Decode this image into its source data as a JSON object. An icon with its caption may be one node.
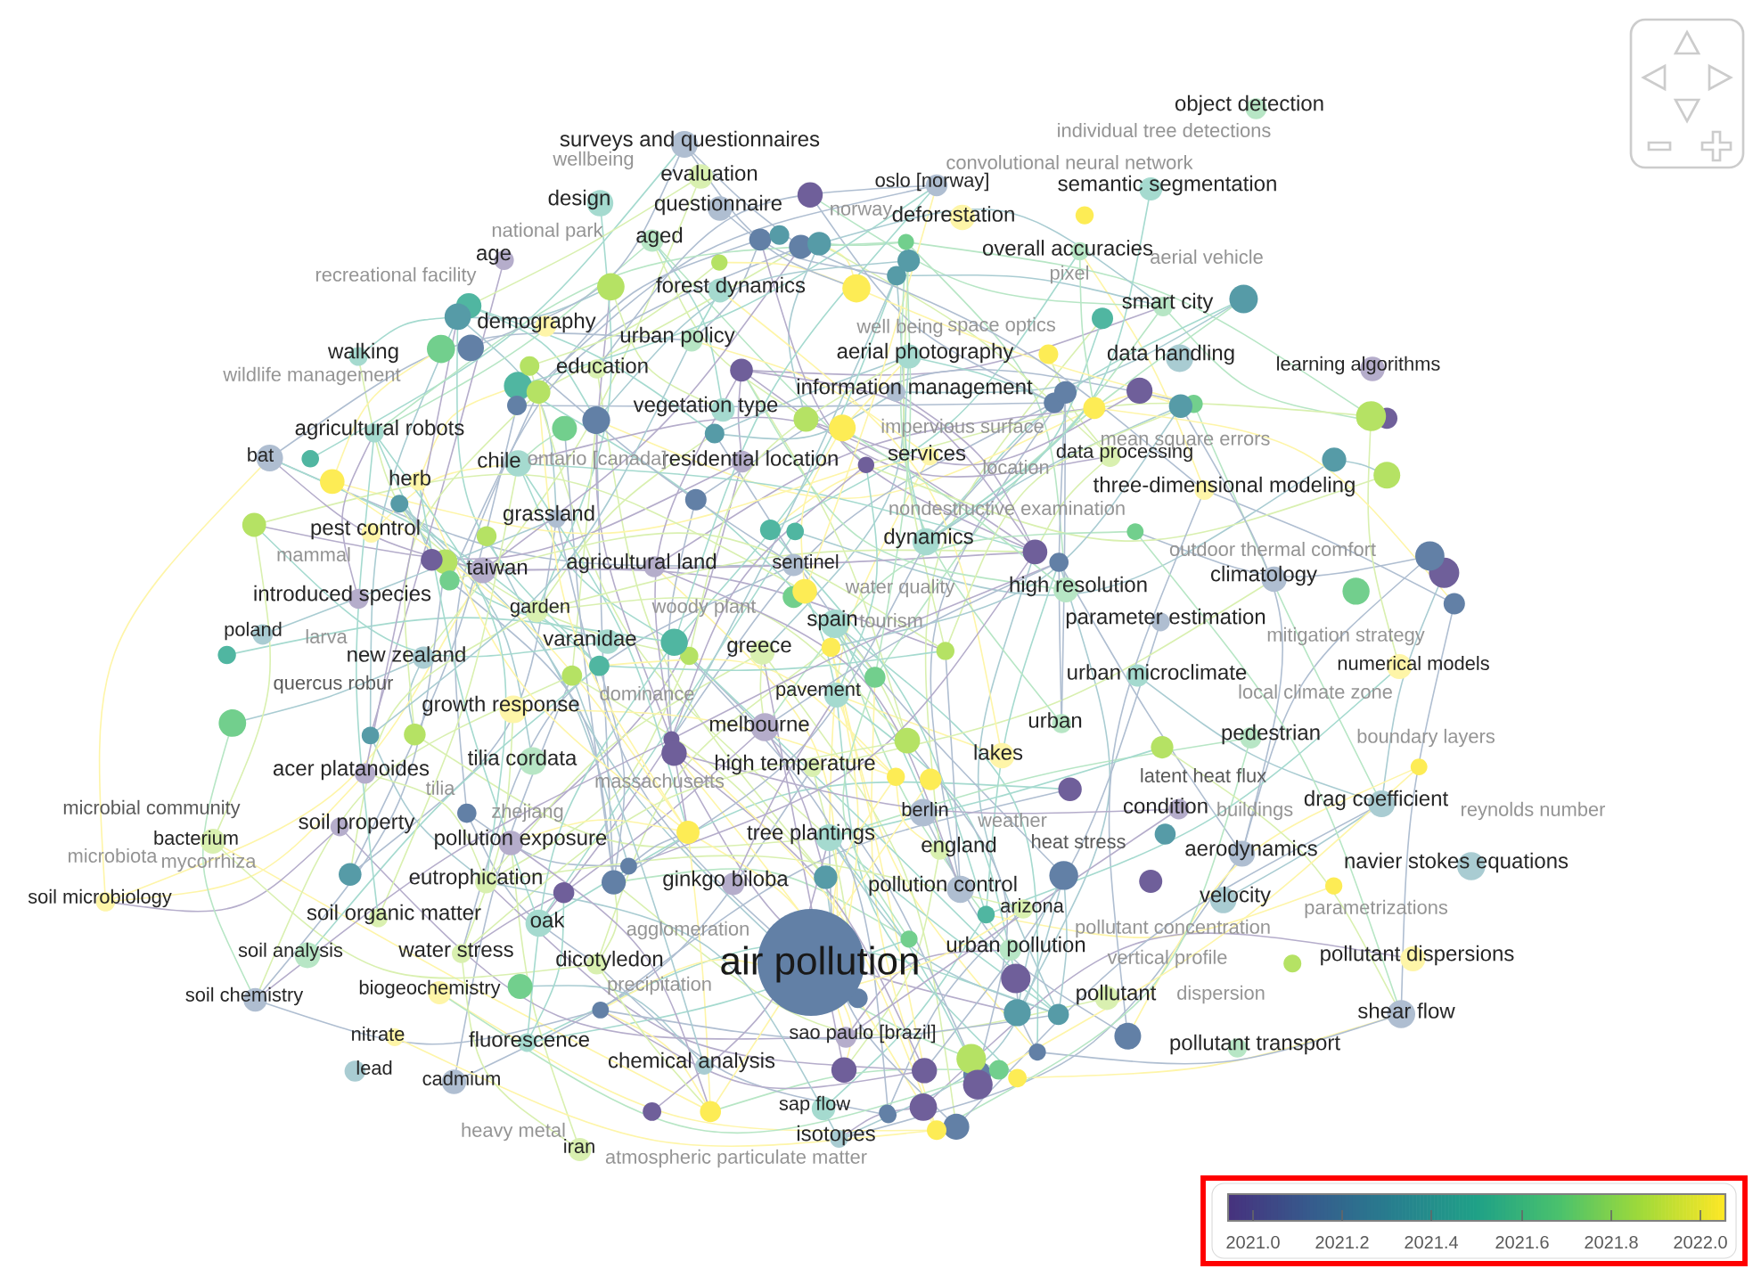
{
  "diagram": {
    "labels": [
      "object detection",
      "semantic segmentation",
      "oslo [norway]",
      "surveys and questionnaires",
      "evaluation",
      "design",
      "questionnaire",
      "deforestation",
      "aged",
      "age",
      "overall accuracies",
      "forest dynamics",
      "smart city",
      "demography",
      "urban policy",
      "aerial photography",
      "data handling",
      "learning algorithms",
      "walking",
      "education",
      "information management",
      "vegetation type",
      "agricultural robots",
      "residential location",
      "chile",
      "services",
      "data processing",
      "bat",
      "herb",
      "three-dimensional modeling",
      "grassland",
      "pest control",
      "dynamics",
      "taiwan",
      "agricultural land",
      "sentinel",
      "climatology",
      "high resolution",
      "introduced species",
      "spain",
      "parameter estimation",
      "poland",
      "garden",
      "varanidae",
      "greece",
      "new zealand",
      "urban microclimate",
      "numerical models",
      "quercus robur",
      "growth response",
      "pavement",
      "melbourne",
      "pedestrian",
      "urban",
      "lakes",
      "acer platanoides",
      "tilia cordata",
      "high temperature",
      "drag coefficient",
      "condition",
      "bacterium",
      "soil property",
      "pollution exposure",
      "berlin",
      "england",
      "tree plantings",
      "heat stress",
      "aerodynamics",
      "navier stokes equations",
      "eutrophication",
      "ginkgo biloba",
      "pollution control",
      "velocity",
      "soil microbiology",
      "soil organic matter",
      "oak",
      "arizona",
      "urban pollution",
      "air pollution",
      "water stress",
      "dicotyledon",
      "soil analysis",
      "pollutant dispersions",
      "pollutant",
      "soil chemistry",
      "biogeochemistry",
      "shear flow",
      "nitrate",
      "fluorescence",
      "sao paulo [brazil]",
      "pollutant transport",
      "lead",
      "chemical analysis",
      "cadmium",
      "sap flow",
      "isotopes",
      "iran",
      "individual tree detections",
      "convolutional neural network",
      "wellbeing",
      "norway",
      "national park",
      "aerial vehicle",
      "recreational facility",
      "pixel",
      "well being",
      "space optics",
      "wildlife management",
      "impervious surface",
      "mean square errors",
      "ontario [canada]",
      "location",
      "nondestructive examination",
      "outdoor thermal comfort",
      "mammal",
      "water quality",
      "woody plant",
      "tourism",
      "mitigation strategy",
      "larva",
      "local climate zone",
      "dominance",
      "boundary layers",
      "latent heat flux",
      "massachusetts",
      "tilia",
      "microbial community",
      "buildings",
      "reynolds number",
      "zhejiang",
      "weather",
      "microbiota",
      "mycorrhiza",
      "parametrizations",
      "pollutant concentration",
      "agglomeration",
      "vertical profile",
      "precipitation",
      "dispersion",
      "heavy metal",
      "atmospheric particulate matter",
      "2021.0",
      "2021.2",
      "2021.4",
      "2021.6",
      "2021.8",
      "2022.0"
    ]
  }
}
